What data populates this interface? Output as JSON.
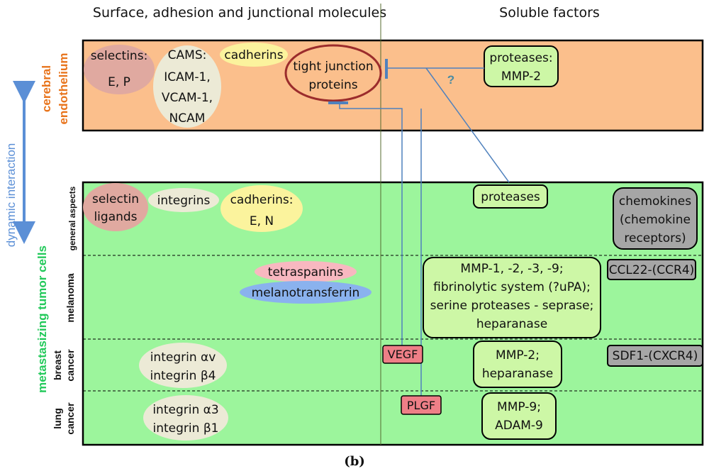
{
  "headers": {
    "left": "Surface, adhesion and junctional molecules",
    "right": "Soluble factors"
  },
  "side_labels": {
    "endothelium_line1": "cerebral",
    "endothelium_line2": "endothelium",
    "dynamic": "dynamic interaction",
    "tumor": "metastasizing tumor cells"
  },
  "row_labels": {
    "general": "general aspects",
    "melanoma": "melanoma",
    "breast_line1": "breast",
    "breast_line2": "cancer",
    "lung_line1": "lung",
    "lung_line2": "cancer"
  },
  "endothelium": {
    "selectins_line1": "selectins:",
    "selectins_line2": "E, P",
    "cams_line1": "CAMS:",
    "cams_line2": "ICAM-1,",
    "cams_line3": "VCAM-1,",
    "cams_line4": "NCAM",
    "cadherins": "cadherins",
    "tj_line1": "tight junction",
    "tj_line2": "proteins",
    "proteases_line1": "proteases:",
    "proteases_line2": "MMP-2",
    "question": "?"
  },
  "general": {
    "selectin_line1": "selectin",
    "selectin_line2": "ligands",
    "integrins": "integrins",
    "cadherins_line1": "cadherins:",
    "cadherins_line2": "E, N",
    "proteases": "proteases",
    "chemokines_line1": "chemokines",
    "chemokines_line2": "(chemokine",
    "chemokines_line3": "receptors)"
  },
  "melanoma": {
    "tetraspanins": "tetraspanins",
    "melanotransferrin": "melanotransferrin",
    "mmp_line1": "MMP-1, -2, -3, -9;",
    "mmp_line2": "fibrinolytic system (?uPA);",
    "mmp_line3": "serine proteases - seprase;",
    "mmp_line4": "heparanase",
    "ccl22": "CCL22-(CCR4)"
  },
  "breast": {
    "integrin_line1": "integrin αv",
    "integrin_line2": "integrin β4",
    "vegf": "VEGF",
    "mmp_line1": "MMP-2;",
    "mmp_line2": "heparanase",
    "sdf1": "SDF1-(CXCR4)"
  },
  "lung": {
    "integrin_line1": "integrin α3",
    "integrin_line2": "integrin β1",
    "plgf": "PLGF",
    "mmp_line1": "MMP-9;",
    "mmp_line2": "ADAM-9"
  },
  "caption": "(b)",
  "colors": {
    "endothelium_fill": "#fbbf8c",
    "tumor_fill": "#9cf59c",
    "orange_text": "#e8741c",
    "green_text": "#22c95a",
    "arrow_blue": "#5b8fd6",
    "line_blue": "#4f81bd",
    "box_fill": "#cdf7a6",
    "chemokine_fill": "#a6a6a6",
    "factor_fill": "#ee7f87"
  }
}
